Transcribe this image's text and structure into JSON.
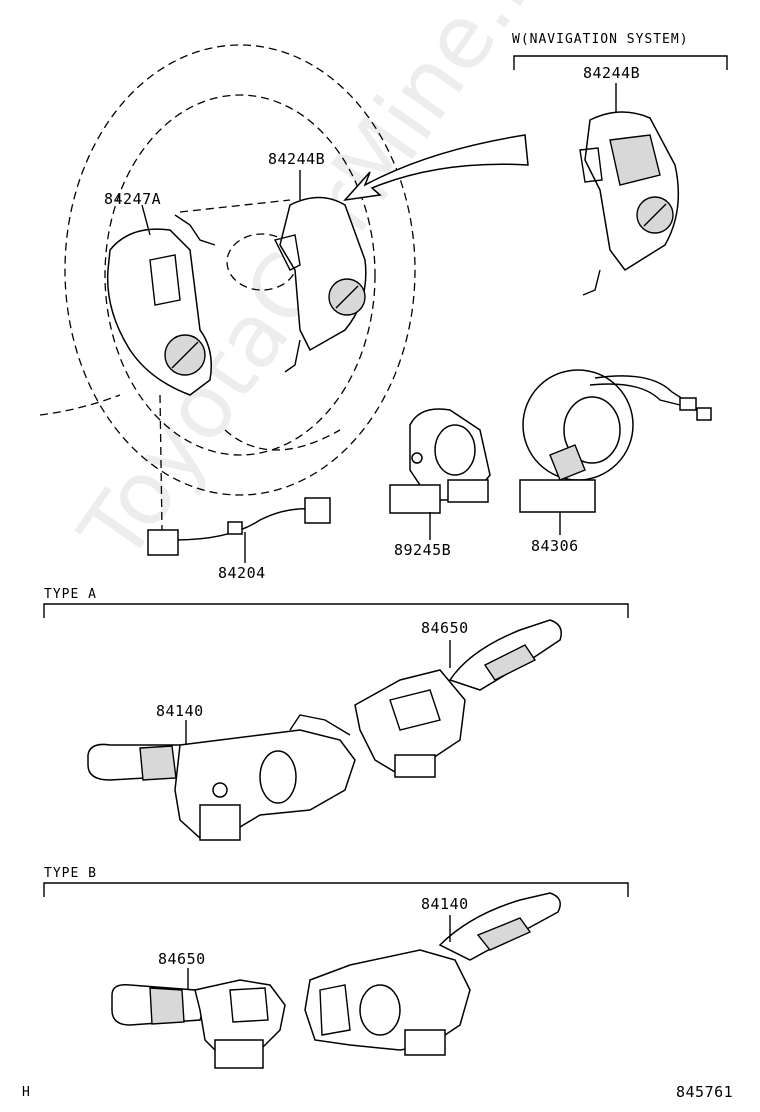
{
  "watermark": "ToyotaCarMine.ru",
  "section_nav": {
    "title": "W(NAVIGATION SYSTEM)"
  },
  "section_type_a": {
    "title": "TYPE A"
  },
  "section_type_b": {
    "title": "TYPE B"
  },
  "parts": {
    "p84244b_nav": "84244B",
    "p84244b": "84244B",
    "p84247a": "84247A",
    "p89245b": "89245B",
    "p84306": "84306",
    "p84204": "84204",
    "p84650_a": "84650",
    "p84140_a": "84140",
    "p84140_b": "84140",
    "p84650_b": "84650"
  },
  "footer": {
    "left_code": "H",
    "diagram_number": "845761"
  },
  "colors": {
    "line": "#000000",
    "background": "#ffffff",
    "shade": "#d8d8d8"
  }
}
